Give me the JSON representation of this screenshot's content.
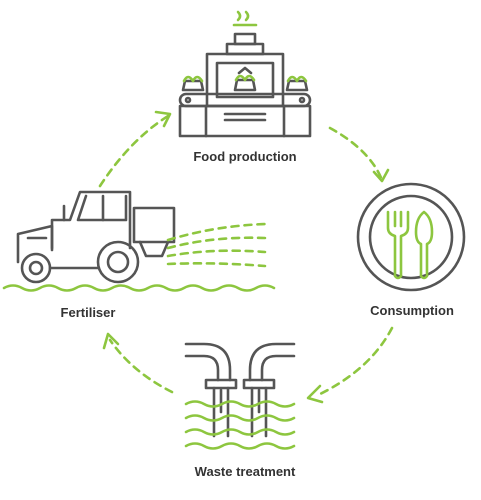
{
  "diagram": {
    "stages": [
      {
        "label": "Food production",
        "icon": "food-factory-icon"
      },
      {
        "label": "Consumption",
        "icon": "plate-cutlery-icon"
      },
      {
        "label": "Waste treatment",
        "icon": "waste-water-icon"
      },
      {
        "label": "Fertiliser",
        "icon": "tractor-icon"
      }
    ],
    "colors": {
      "accent": "#8dc63f",
      "line": "#555555",
      "text": "#333333"
    }
  }
}
